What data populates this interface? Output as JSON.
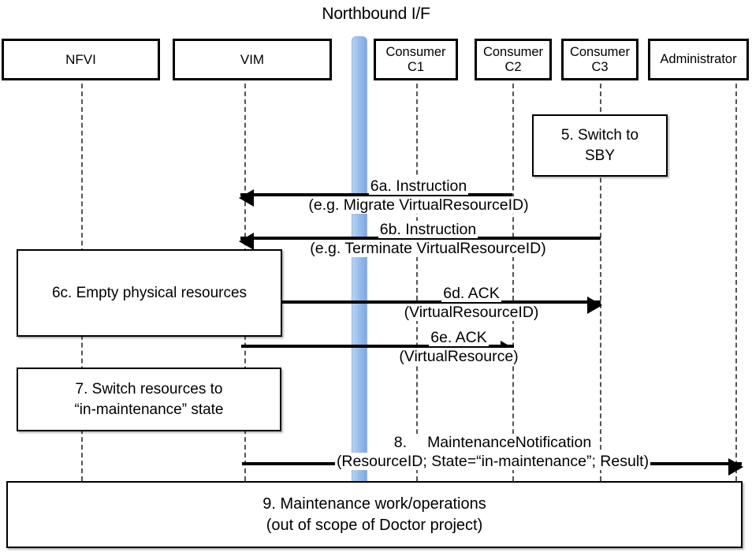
{
  "diagram": {
    "title": "Northbound I/F",
    "type": "sequence-diagram"
  },
  "colors": {
    "northbound_bar": "#9ec2ef",
    "line": "#000000",
    "lifeline": "#555555",
    "background": "#ffffff"
  },
  "actors": [
    {
      "id": "nfvi",
      "label": "NFVI",
      "line1": "NFVI",
      "line2": ""
    },
    {
      "id": "vim",
      "label": "VIM",
      "line1": "VIM",
      "line2": ""
    },
    {
      "id": "c1",
      "label": "Consumer C1",
      "line1": "Consumer",
      "line2": "C1"
    },
    {
      "id": "c2",
      "label": "Consumer C2",
      "line1": "Consumer",
      "line2": "C2"
    },
    {
      "id": "c3",
      "label": "Consumer C3",
      "line1": "Consumer",
      "line2": "C3"
    },
    {
      "id": "admin",
      "label": "Administrator",
      "line1": "Administrator",
      "line2": ""
    }
  ],
  "notes": [
    {
      "id": "n5",
      "line1": "5. Switch to",
      "line2": "SBY"
    },
    {
      "id": "n6c",
      "line1": "6c. Empty physical resources",
      "line2": ""
    },
    {
      "id": "n7",
      "line1": "7. Switch resources to",
      "line2": "“in-maintenance” state"
    },
    {
      "id": "n9",
      "line1": "9. Maintenance work/operations",
      "line2": "(out of scope of Doctor project)"
    }
  ],
  "messages": [
    {
      "id": "m6a",
      "line1": "6a. Instruction",
      "line2": "(e.g. Migrate VirtualResourceID)",
      "direction": "left"
    },
    {
      "id": "m6b",
      "line1": "6b. Instruction",
      "line2": "(e.g. Terminate VirtualResourceID)",
      "direction": "left"
    },
    {
      "id": "m6d",
      "line1": "6d. ACK",
      "line2": "(VirtualResourceID)",
      "direction": "right"
    },
    {
      "id": "m6e",
      "line1": "6e. ACK",
      "line2": "(VirtualResource)",
      "direction": "right"
    },
    {
      "id": "m8",
      "line1": "8.",
      "line1b": "MaintenanceNotification",
      "line2": "(ResourceID; State=“in-maintenance”; Result)",
      "direction": "right"
    }
  ]
}
